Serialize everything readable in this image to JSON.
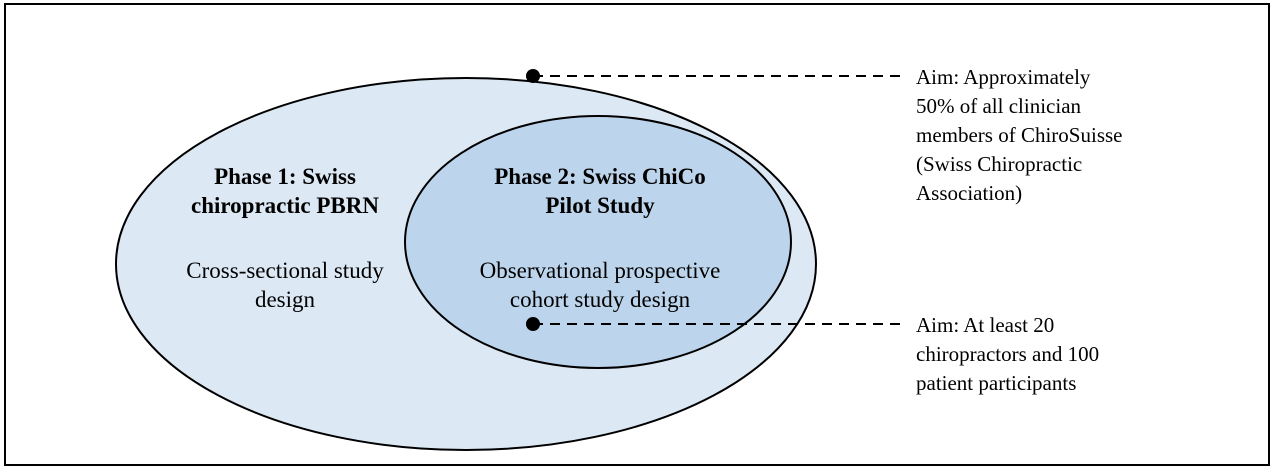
{
  "phase1": {
    "title_line1": "Phase 1: Swiss",
    "title_line2": "chiropractic PBRN",
    "desc_line1": "Cross-sectional study",
    "desc_line2": "design"
  },
  "phase2": {
    "title_line1": "Phase 2: Swiss ChiCo",
    "title_line2": "Pilot Study",
    "desc_line1": "Observational prospective",
    "desc_line2": "cohort study design"
  },
  "aim1": {
    "lines": [
      "Aim: Approximately",
      "50% of all clinician",
      "members of ChiroSuisse",
      "(Swiss Chiropractic",
      "Association)"
    ]
  },
  "aim2": {
    "lines": [
      "Aim: At least 20",
      "chiropractors and 100",
      "patient participants"
    ]
  },
  "colors": {
    "outer_fill": "#dce8f4",
    "inner_fill": "#bdd5ec",
    "stroke": "#000000"
  }
}
